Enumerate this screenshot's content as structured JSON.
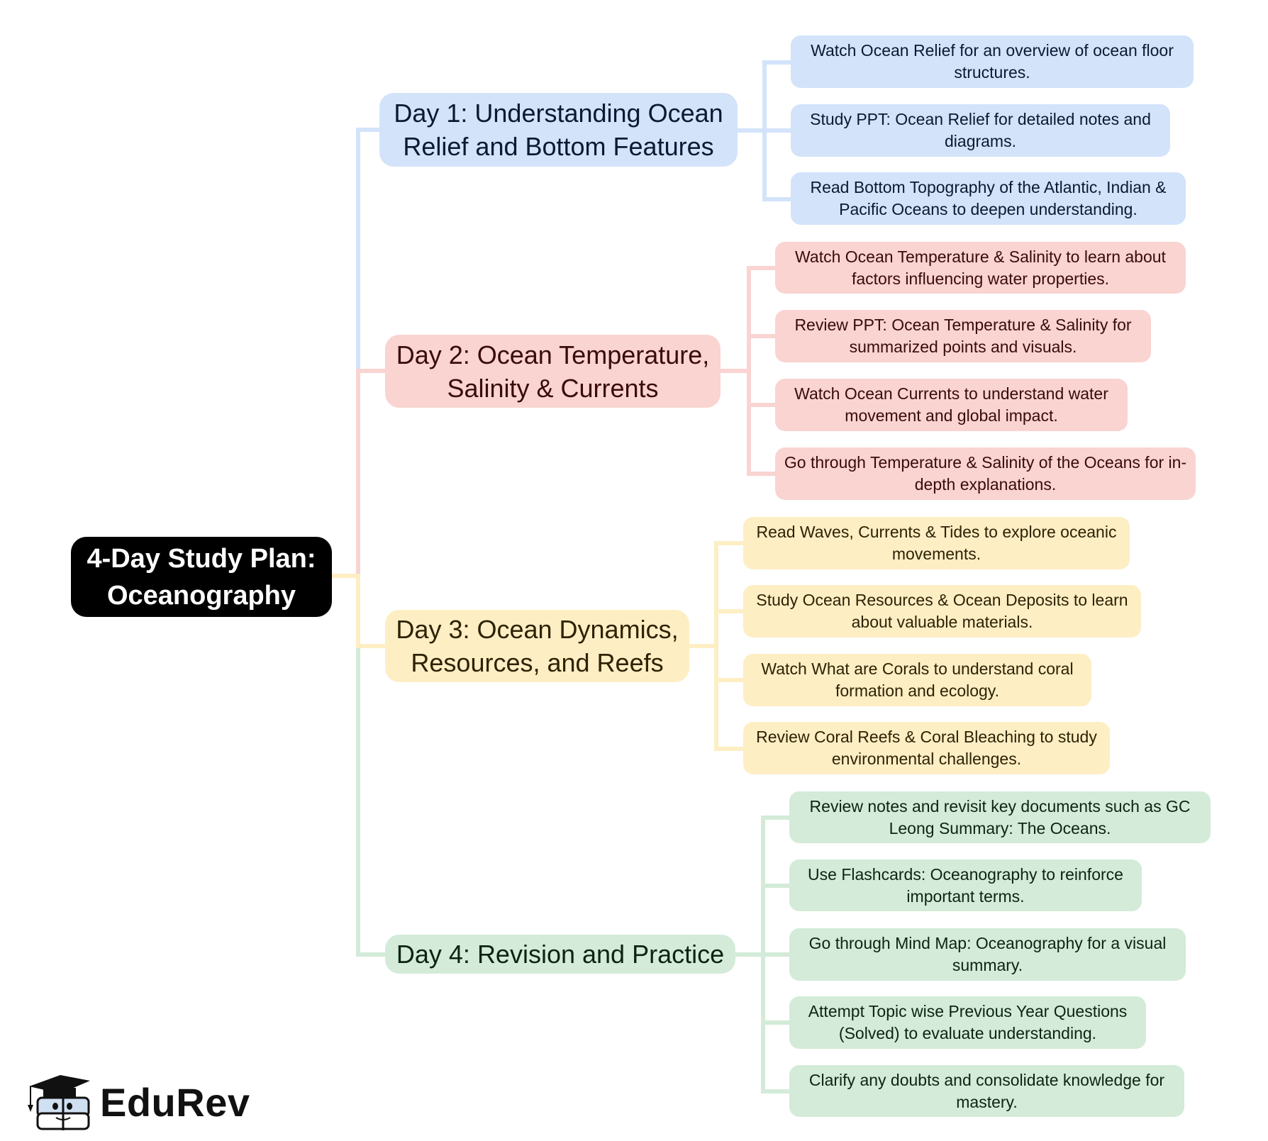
{
  "root": {
    "title": "4-Day Study Plan: Oceanography",
    "line1": "4-Day Study Plan:",
    "line2": "Oceanography"
  },
  "colors": {
    "day1": "#d3e3fa",
    "day2": "#f9d4d1",
    "day3": "#fdeec4",
    "day4": "#d3ebd8",
    "root": "#000000"
  },
  "days": [
    {
      "label": "Day 1: Understanding Ocean Relief and Bottom Features",
      "tasks": [
        "Watch Ocean Relief for an overview of ocean floor structures.",
        "Study PPT: Ocean Relief for detailed notes and diagrams.",
        "Read Bottom Topography of the Atlantic, Indian & Pacific Oceans to deepen understanding."
      ]
    },
    {
      "label": "Day 2: Ocean Temperature, Salinity & Currents",
      "tasks": [
        "Watch Ocean Temperature & Salinity to learn about factors influencing water properties.",
        "Review PPT: Ocean Temperature & Salinity for summarized points and visuals.",
        "Watch Ocean Currents to understand water movement and global impact.",
        "Go through Temperature & Salinity of the Oceans for in-depth explanations."
      ]
    },
    {
      "label": "Day 3: Ocean Dynamics, Resources, and Reefs",
      "tasks": [
        "Read Waves, Currents & Tides to explore oceanic movements.",
        "Study Ocean Resources & Ocean Deposits to learn about valuable materials.",
        "Watch What are Corals to understand coral formation and ecology.",
        "Review Coral Reefs & Coral Bleaching to study environmental challenges."
      ]
    },
    {
      "label": "Day 4: Revision and Practice",
      "tasks": [
        "Review notes and revisit key documents such as GC Leong Summary: The Oceans.",
        "Use Flashcards: Oceanography to reinforce important terms.",
        "Go through Mind Map: Oceanography for a visual summary.",
        "Attempt Topic wise Previous Year Questions (Solved) to evaluate understanding.",
        "Clarify any doubts and consolidate knowledge for mastery."
      ]
    }
  ],
  "logo": {
    "text": "EduRev",
    "icon": "graduation-cap-book-mascot-icon"
  }
}
